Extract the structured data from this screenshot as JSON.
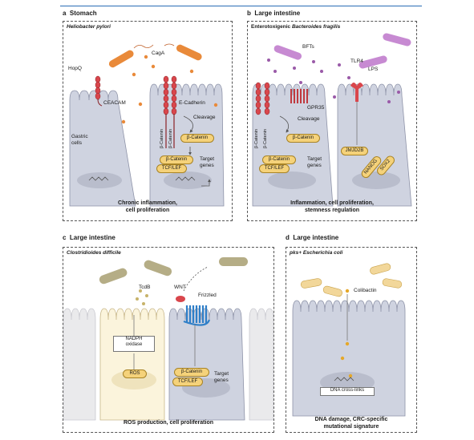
{
  "panels": {
    "a": {
      "letter": "a",
      "heading": "Stomach",
      "organism": "Heliobacter pylori",
      "labels": {
        "hopq": "HopQ",
        "caga": "CagA",
        "ceacam": "CEACAM",
        "ecad": "E-Cadherin",
        "cleavage": "Cleavage",
        "gastric": "Gastric\ncells",
        "target": "Target\ngenes"
      },
      "beta": "β-Catenin",
      "tcf": "TCF/LEF",
      "caption": "Chronic inflammation,\ncell proliferation"
    },
    "b": {
      "letter": "b",
      "heading": "Large intestine",
      "organism_prefix": "Enterotoxigenic",
      "organism": "Bacteroides fragilis",
      "labels": {
        "bfts": "BFTs",
        "tlr4": "TLR4",
        "lps": "LPS",
        "gpr35": "GPR35",
        "cleavage": "Cleavage",
        "target": "Target\ngenes",
        "jmjd2b": "JMJD2B",
        "nanog": "NANOG",
        "sox2": "SOX2"
      },
      "beta": "β-Catenin",
      "tcf": "TCF/LEF",
      "caption": "Inflammation, cell proliferation,\nstemness regulation"
    },
    "c": {
      "letter": "c",
      "heading": "Large intestine",
      "organism": "Clostridioides difficile",
      "labels": {
        "tcdb": "TcdB",
        "wnt": "WNT",
        "frizzled": "Frizzled",
        "nadph": "NADPH\noxidase",
        "ros": "ROS",
        "target": "Target\ngenes"
      },
      "beta": "β-Catenin",
      "tcf": "TCF/LEF",
      "caption": "ROS production, cell proliferation"
    },
    "d": {
      "letter": "d",
      "heading": "Large intestine",
      "organism_prefix": "pks+",
      "organism": "Escherichia coli",
      "labels": {
        "colibactin": "Colibactin",
        "dna": "DNA cross-links"
      },
      "caption": "DNA damage, CRC-specific\nmutational signature"
    }
  },
  "colors": {
    "cell": "#cfd3e0",
    "cell_edge": "#8e93a8",
    "catenin": "#f5d27a",
    "receptor_red": "#d9464c",
    "frizzled_blue": "#2f7fc8",
    "bacteria_orange": "#e98a3a",
    "bacteria_purple": "#c78ad2",
    "bacteria_olive": "#b5ad86",
    "ros_cell": "#fbf4dc"
  }
}
